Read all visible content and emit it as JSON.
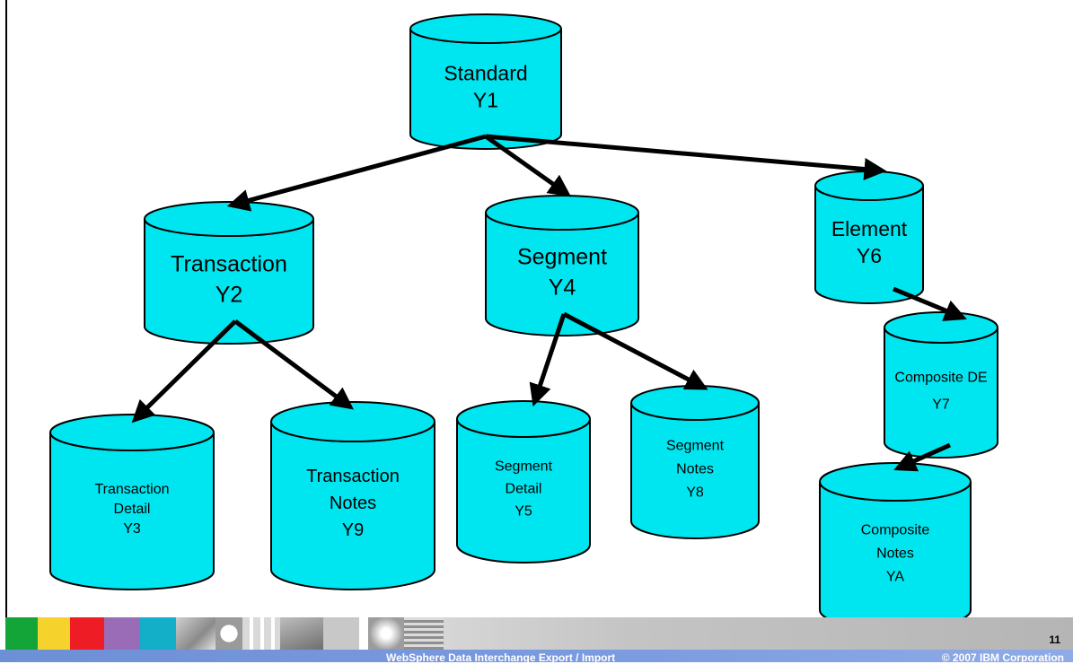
{
  "diagram": {
    "fill_color": "#00e6f0",
    "nodes": [
      {
        "id": "y1",
        "lines": [
          "Standard",
          "Y1"
        ]
      },
      {
        "id": "y2",
        "lines": [
          "Transaction",
          "Y2"
        ]
      },
      {
        "id": "y4",
        "lines": [
          "Segment",
          "Y4"
        ]
      },
      {
        "id": "y6",
        "lines": [
          "Element",
          "Y6"
        ]
      },
      {
        "id": "y3",
        "lines": [
          "Transaction",
          "Detail",
          "Y3"
        ]
      },
      {
        "id": "y9",
        "lines": [
          "Transaction",
          "Notes",
          "Y9"
        ]
      },
      {
        "id": "y5",
        "lines": [
          "Segment",
          "Detail",
          "Y5"
        ]
      },
      {
        "id": "y8",
        "lines": [
          "Segment",
          "Notes",
          "Y8"
        ]
      },
      {
        "id": "y7",
        "lines": [
          "Composite DE",
          "Y7"
        ]
      },
      {
        "id": "ya",
        "lines": [
          "Composite",
          "Notes",
          "YA"
        ]
      }
    ],
    "edges": [
      {
        "from": "y1",
        "to": "y2"
      },
      {
        "from": "y1",
        "to": "y4"
      },
      {
        "from": "y1",
        "to": "y6"
      },
      {
        "from": "y2",
        "to": "y3"
      },
      {
        "from": "y2",
        "to": "y9"
      },
      {
        "from": "y4",
        "to": "y5"
      },
      {
        "from": "y4",
        "to": "y8"
      },
      {
        "from": "y6",
        "to": "y7"
      },
      {
        "from": "y7",
        "to": "ya"
      }
    ]
  },
  "footer": {
    "title": "WebSphere Data Interchange Export / Import",
    "copyright": "© 2007 IBM Corporation",
    "page_number": "11"
  }
}
